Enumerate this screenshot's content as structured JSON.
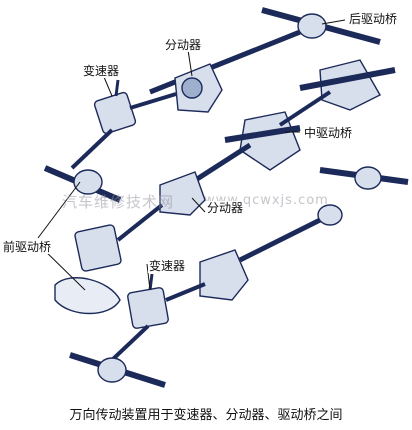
{
  "labels": {
    "rear_axle": "后驱动桥",
    "transfer_case_top": "分动器",
    "transmission_top": "变速器",
    "middle_axle": "中驱动桥",
    "front_axle": "前驱动桥",
    "transfer_case_bottom": "分动器",
    "transmission_bottom": "变速器"
  },
  "watermark": {
    "cn": "汽车维修技术网",
    "url": "www.qcwxjs.com"
  },
  "caption": "万向传动装置用于变速器、分动器、驱动桥之间",
  "colors": {
    "ink": "#1c2a5a",
    "fill": "#d7deec",
    "shade": "#9fb0cf"
  }
}
